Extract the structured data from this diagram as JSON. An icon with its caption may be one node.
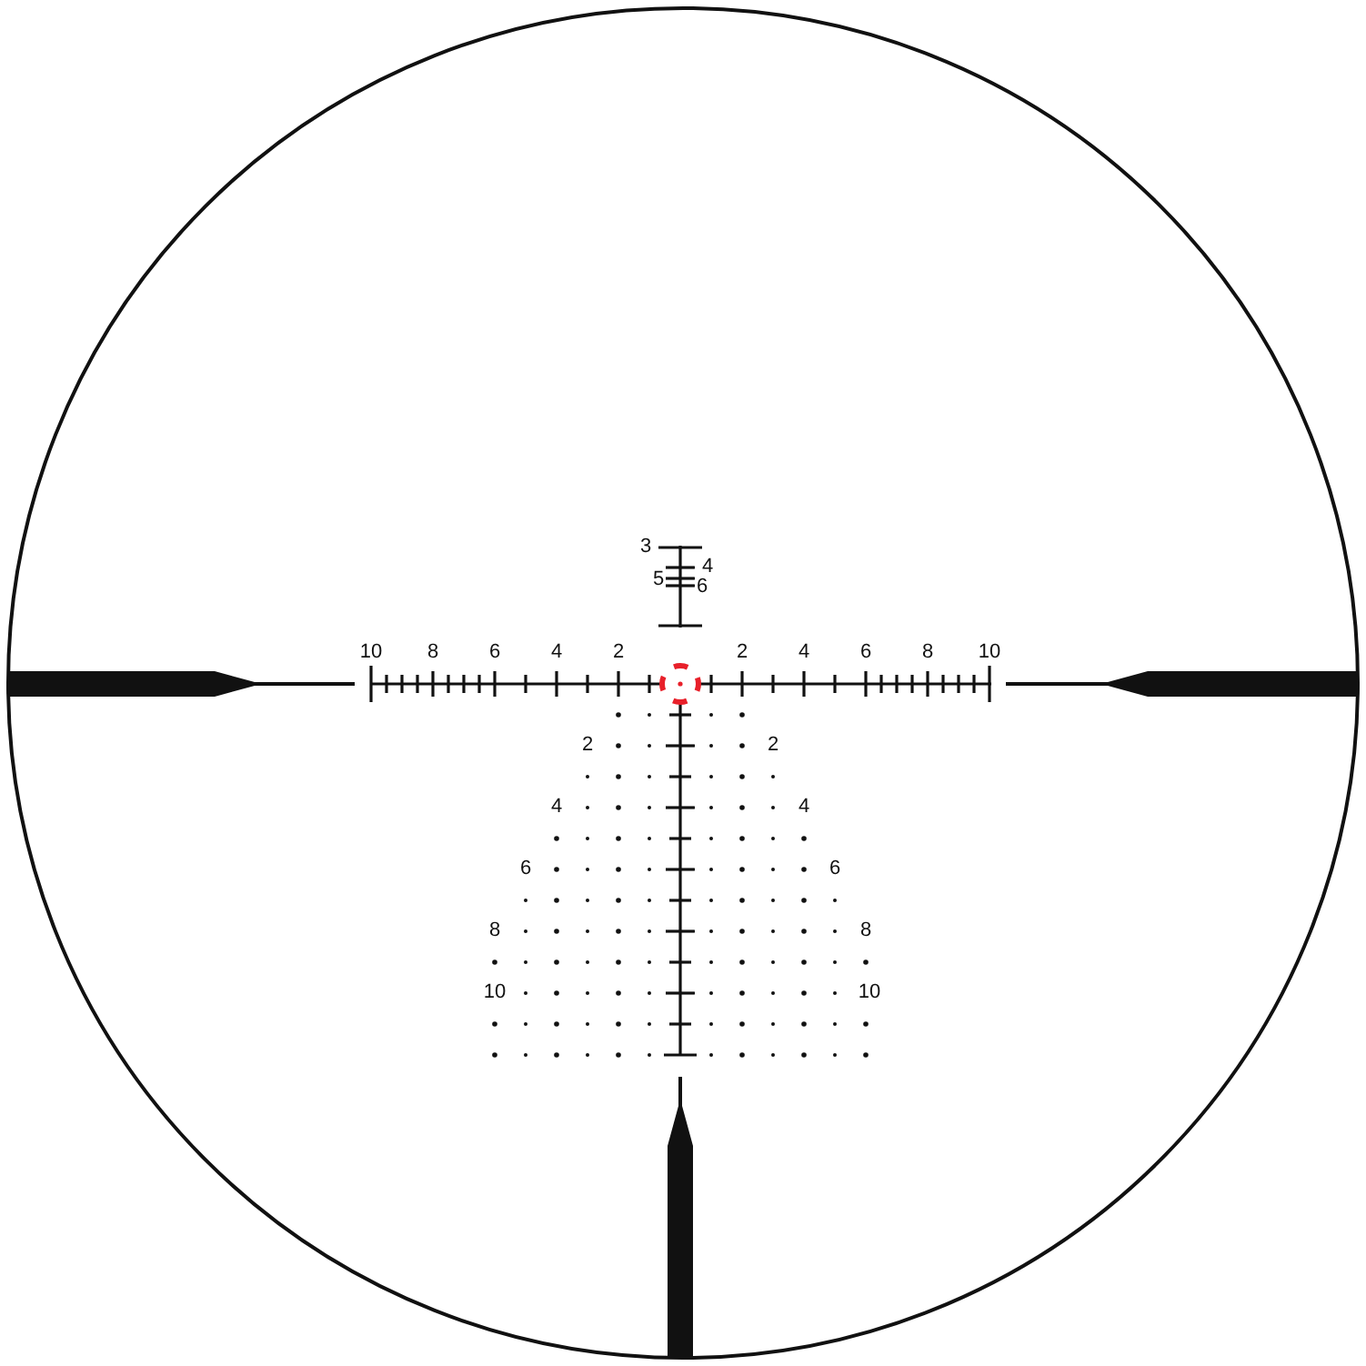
{
  "diagram": {
    "labels": [
      "3",
      "4",
      "5",
      "6",
      "10",
      "8",
      "6",
      "4",
      "2",
      "2",
      "4",
      "6",
      "8",
      "10",
      "2",
      "2",
      "4",
      "4",
      "6",
      "6",
      "8",
      "8",
      "10",
      "10"
    ]
  }
}
